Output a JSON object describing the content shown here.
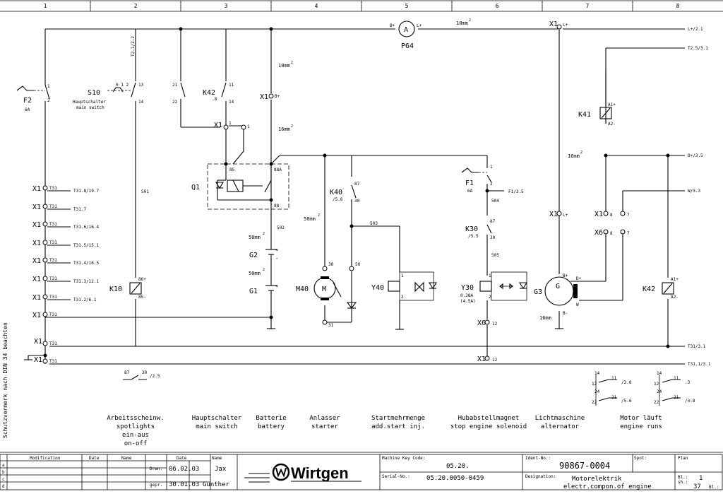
{
  "columns": [
    "1",
    "2",
    "3",
    "4",
    "5",
    "6",
    "7",
    "8"
  ],
  "side_note": "Schutzvermerk nach DIN 34 beachten",
  "wire": {
    "sq10_a": "10mm",
    "sq10_b": "10mm",
    "sq16_a": "16mm",
    "sq16_b": "16mm",
    "sq50_a": "50mm",
    "sq50_b": "50mm",
    "sq50_c": "50mm",
    "sq": "2",
    "n501": "501",
    "n502": "502",
    "n503": "503",
    "n504": "504",
    "n505": "505",
    "n87": "87",
    "n30": "30",
    "n88": "88",
    "n88a": "88A",
    "n85": "85",
    "n86": "86",
    "n1": "1",
    "n2": "2",
    "n11": "11",
    "n12": "12",
    "n13": "13",
    "n14": "14",
    "n21": "21",
    "n22": "22",
    "n24": "24",
    "n31": "31",
    "n50": "50",
    "n7": "7",
    "n8": "8",
    "w": "W",
    "a1p": "A1+",
    "a2m": "A2-",
    "b_plus": "B+",
    "b_minus": "B-",
    "d_plus": "D+",
    "l_plus": "L+",
    "p64_bp": "B+",
    "p64_lp": "L+",
    "c86p": "86+",
    "c85m": "85-",
    "t31": "T31",
    "x1": "X1",
    "x6": "X6",
    "sw012": "0 1 2",
    "r6a": "6A",
    "r6a_b": "6A",
    "t2_1": "T2.1/2.2",
    "plus": "+",
    "minus": "-",
    "slash25": "/2.5"
  },
  "refs": {
    "lplus": "L+/2.1",
    "t25": "T2.5/3.1",
    "dplus": "D+/3.5",
    "w33": "W/3.3",
    "f135": "F1/3.5",
    "t31_31": "T31/3.1",
    "t31_11": "T31.1/3.1",
    "t31_rows": [
      "T31.8/19.7",
      "T31.7",
      "T31.6/16.4",
      "T31.5/15.1",
      "T31.4/16.5",
      "T31.3/12.1",
      "T31.2/6.1"
    ],
    "k40_sub": "/5.6",
    "k30_sub": "/5.5",
    "k42_sub": ".8",
    "leg_a": "/3.8",
    "leg_b": "/5.6",
    "leg_c": ".3",
    "leg_d": "/3.8"
  },
  "components": {
    "F2": "F2",
    "S10": "S10",
    "S10_de": "Hauptschalter",
    "S10_en": "main switch",
    "K42a": "K42",
    "K42b": "K42",
    "Q1": "Q1",
    "K10": "K10",
    "G2": "G2",
    "G1": "G1",
    "M40": "M40",
    "M": "M",
    "K40": "K40",
    "Y40": "Y40",
    "A": "A",
    "P64": "P64",
    "F1": "F1",
    "K30": "K30",
    "Y30": "Y30",
    "Y30_1": "0.38A",
    "Y30_2": "(4.5A)",
    "G3": "G3",
    "G": "G",
    "K41": "K41"
  },
  "captions": [
    {
      "id": "c1",
      "lines": [
        "Arbeitsscheinw.",
        "spotlights",
        "ein-aus",
        "on-off"
      ]
    },
    {
      "id": "c2",
      "lines": [
        "Hauptschalter",
        "main switch"
      ]
    },
    {
      "id": "c3",
      "lines": [
        "Batterie",
        "battery"
      ]
    },
    {
      "id": "c4",
      "lines": [
        "Anlasser",
        "starter"
      ]
    },
    {
      "id": "c5",
      "lines": [
        "Startmehrmenge",
        "add.start inj."
      ]
    },
    {
      "id": "c6",
      "lines": [
        "Hubabstellmagnet",
        "stop engine solenoid"
      ]
    },
    {
      "id": "c7",
      "lines": [
        "Lichtmaschine",
        "alternator"
      ]
    },
    {
      "id": "c8",
      "lines": [
        "Motor läuft",
        "engine runs"
      ]
    }
  ],
  "title_block": {
    "rows": [
      "a",
      "b",
      "c",
      "d"
    ],
    "h_modification": "Modification",
    "h_date": "Date",
    "h_name": "Name",
    "drwn_label": "Drwn.",
    "drwn_date": "06.02.03",
    "drwn_name": "Jax",
    "gepr_label": "gepr.",
    "gepr_date": "30.01.03",
    "gepr_name": "Gunther",
    "h_date2": "Date",
    "h_name2": "Name",
    "logo": "Wirtgen",
    "mkc_label": "Machine Key Code:",
    "mkc_value": "05.20.",
    "serial_label": "Serial-No.:",
    "serial_value": "05.20.0050-0459",
    "ident_label": "Ident-No.:",
    "ident_value": "90867-0004",
    "spot_label": "Spot:",
    "plan_label": "Plan",
    "designation_label": "Designation:",
    "designation_de": "Motorelektrik",
    "designation_en": "electr.compon.of engine",
    "bl_label": "Bl.:",
    "bl_value": "1",
    "sh_label": "sh.:",
    "sh_value": "37",
    "bl2_label": "Bl.:"
  }
}
